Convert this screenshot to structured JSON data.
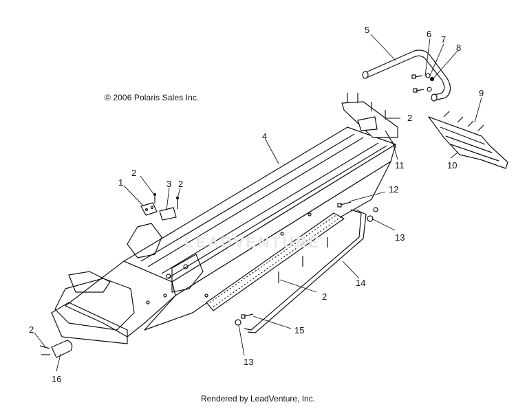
{
  "copyright": "© 2006 Polaris Sales Inc.",
  "footer": "Rendered by LeadVenture, Inc.",
  "watermark": "LEADVENTURE",
  "callouts": [
    {
      "label": "1",
      "part": "bracket-left"
    },
    {
      "label": "2",
      "part": "screw-bracket-left"
    },
    {
      "label": "3",
      "part": "bracket-right"
    },
    {
      "label": "2",
      "part": "screw-bracket-right"
    },
    {
      "label": "4",
      "part": "tunnel"
    },
    {
      "label": "5",
      "part": "grab-handle"
    },
    {
      "label": "6",
      "part": "handle-screw"
    },
    {
      "label": "7",
      "part": "handle-washer"
    },
    {
      "label": "8",
      "part": "handle-nut"
    },
    {
      "label": "2",
      "part": "screw-rear-bracket"
    },
    {
      "label": "9",
      "part": "flap-rivet"
    },
    {
      "label": "10",
      "part": "snow-flap"
    },
    {
      "label": "11",
      "part": "rear-bracket"
    },
    {
      "label": "12",
      "part": "bumper-bolt"
    },
    {
      "label": "13",
      "part": "bumper-nut-upper"
    },
    {
      "label": "14",
      "part": "side-bumper"
    },
    {
      "label": "2",
      "part": "rivet-running-board"
    },
    {
      "label": "15",
      "part": "bumper-bolt-lower"
    },
    {
      "label": "13",
      "part": "bumper-nut-lower"
    },
    {
      "label": "2",
      "part": "screw-front"
    },
    {
      "label": "16",
      "part": "front-bracket"
    }
  ]
}
